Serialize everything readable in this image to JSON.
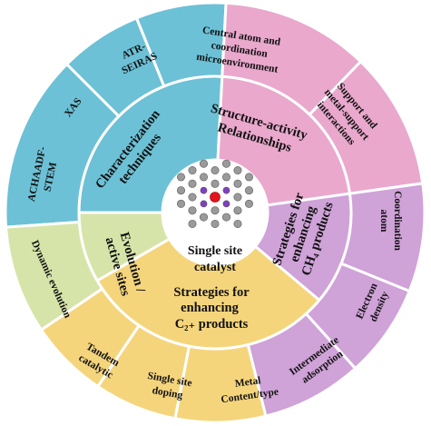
{
  "center": {
    "line1": "Single site",
    "line2": "catalyst"
  },
  "inner_ring": {
    "characterization": [
      "Characterization",
      "techniques"
    ],
    "structure": [
      "Structure-activity",
      "Relationships"
    ],
    "ch4": [
      "Strategies for",
      "enhancing",
      "CH₄ products"
    ],
    "c2": [
      "Strategies for",
      "enhancing",
      "C₂₊ products"
    ],
    "evolution": [
      "Evolution /",
      "active sites"
    ]
  },
  "outer_ring": {
    "achaadf": [
      "ACHAADF-",
      "STEM"
    ],
    "xas": [
      "XAS"
    ],
    "atr": [
      "ATR-",
      "SEIRAS"
    ],
    "central_atom": [
      "Central atom and",
      "coordination",
      "microenvironment"
    ],
    "support": [
      "Support and",
      "metal-support",
      "interactions"
    ],
    "coordination_atom": [
      "Coordination",
      "atom"
    ],
    "electron_density": [
      "Electron",
      "density"
    ],
    "intermediate": [
      "Intermediate",
      "adsorption"
    ],
    "metal_content": [
      "Metal",
      "Content/type"
    ],
    "single_site_doping": [
      "Single site",
      "doping"
    ],
    "tandem": [
      "Tandem",
      "catalytic"
    ],
    "dynamic": [
      "Dynamic evolution"
    ]
  },
  "colors": {
    "blue": "#6cc1d6",
    "pink": "#e9a8cc",
    "purple": "#cfa2d8",
    "yellow": "#f5d57c",
    "green": "#d7e4a9",
    "atom_gray": "#9a9a9a",
    "atom_purple": "#7e3fc0",
    "atom_red": "#e5141c"
  }
}
